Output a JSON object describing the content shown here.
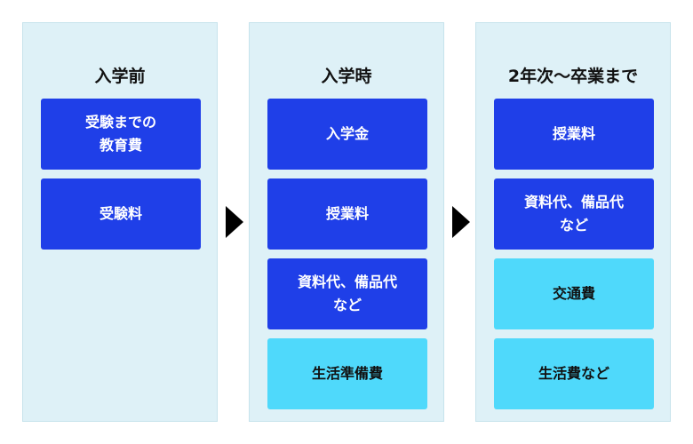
{
  "columns": [
    {
      "title": "入学前",
      "items": [
        {
          "label": "受験までの\n教育費"
        },
        {
          "label": "受験料"
        }
      ]
    },
    {
      "title": "入学時",
      "items": [
        {
          "label": "入学金"
        },
        {
          "label": "授業料"
        },
        {
          "label": "資料代、備品代\nなど"
        },
        {
          "label": "生活準備費"
        }
      ]
    },
    {
      "title": "2年次～卒業まで",
      "items": [
        {
          "label": "授業料"
        },
        {
          "label": "資料代、備品代\nなど"
        },
        {
          "label": "交通費"
        },
        {
          "label": "生活費など"
        }
      ]
    }
  ],
  "colors": {
    "column_background": "#def1f7",
    "primary_box": "#1f3fe8",
    "secondary_box": "#4fd9fb",
    "arrow": "#000000"
  }
}
